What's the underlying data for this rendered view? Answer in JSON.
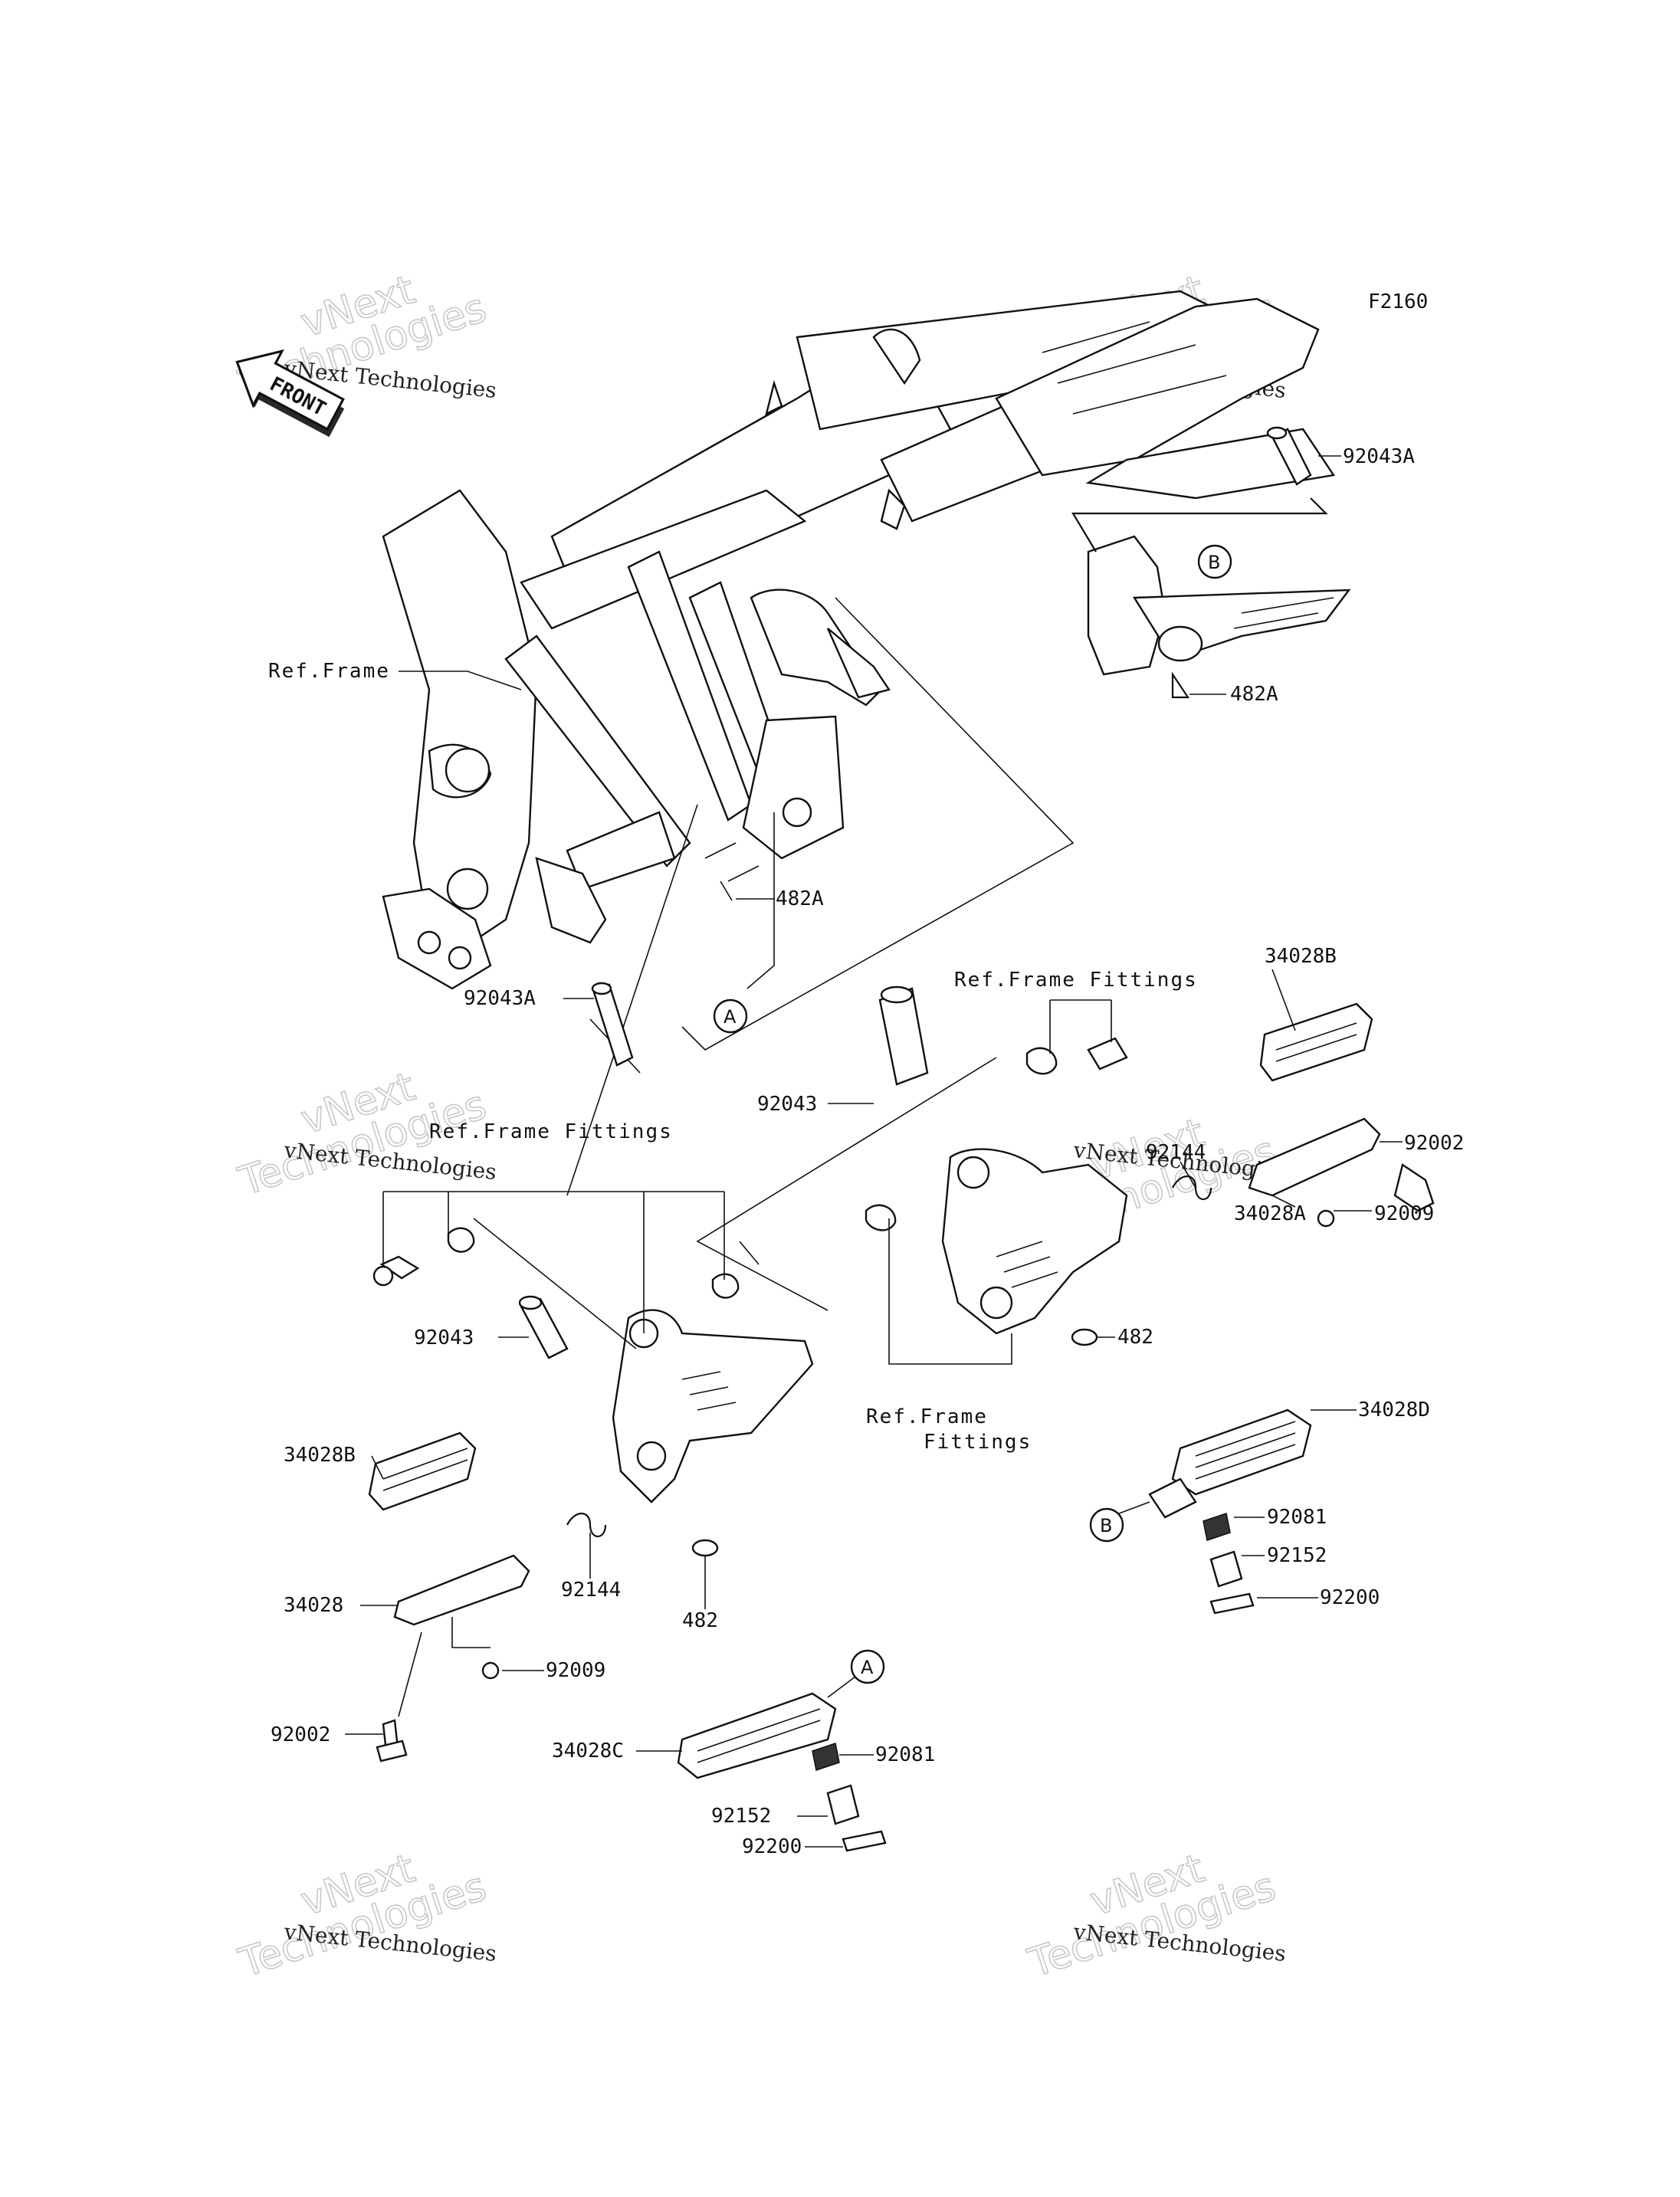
{
  "diagram_code": "F2160",
  "front_arrow": {
    "label": "FRONT"
  },
  "watermark": {
    "line1": "vNext Technologies",
    "line2": "vNext",
    "line3": "Technologies"
  },
  "refs": {
    "frame": "Ref.Frame",
    "frame_fittings_1": "Ref.Frame Fittings",
    "frame_fittings_2": "Ref.Frame Fittings",
    "frame_fittings_3a": "Ref.Frame",
    "frame_fittings_3b": "Fittings"
  },
  "callouts": {
    "a": "A",
    "b": "B"
  },
  "parts": {
    "p92043A_top": "92043A",
    "p482A_top": "482A",
    "p482A_mid": "482A",
    "p92043A_left": "92043A",
    "p34028B_right": "34028B",
    "p92043_right": "92043",
    "p92144_right": "92144",
    "p92002_right": "92002",
    "p34028A": "34028A",
    "p92009_right": "92009",
    "p482_right": "482",
    "p92043_left": "92043",
    "p34028D": "34028D",
    "p34028B_left": "34028B",
    "p92081_right": "92081",
    "p92152_right": "92152",
    "p92200_right": "92200",
    "p34028": "34028",
    "p92144_left": "92144",
    "p482_left": "482",
    "p92009_left": "92009",
    "p92002_left": "92002",
    "p34028C": "34028C",
    "p92081_left": "92081",
    "p92152_left": "92152",
    "p92200_left": "92200"
  }
}
